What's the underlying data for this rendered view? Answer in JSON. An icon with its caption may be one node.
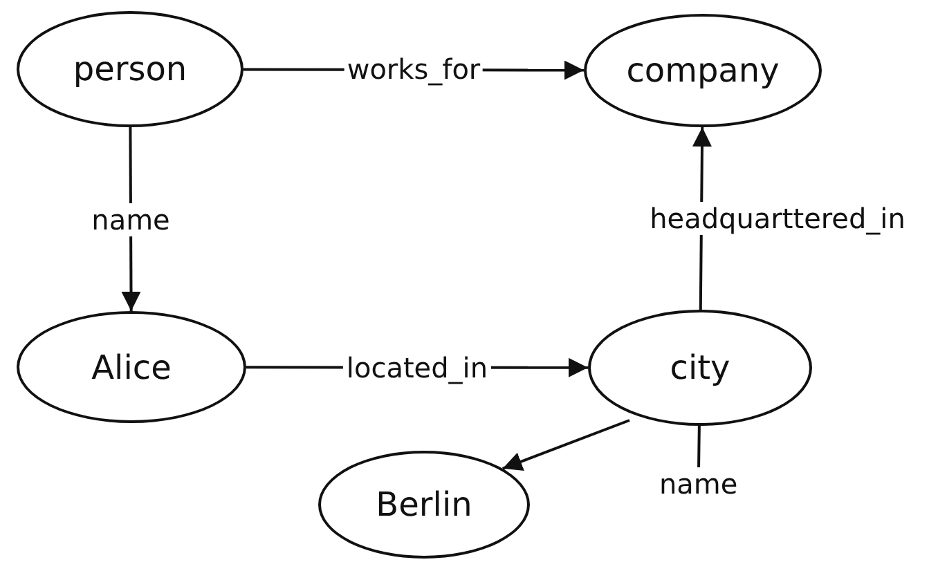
{
  "diagram": {
    "nodes": [
      {
        "text": [
          "person"
        ]
      },
      {
        "text": [
          "company"
        ]
      },
      {
        "text": [
          "Alice"
        ]
      },
      {
        "text": [
          "city"
        ]
      },
      {
        "text": [
          "Berlin"
        ]
      }
    ],
    "edges": [
      {
        "from": 0,
        "to": 1,
        "arrow": "to",
        "label": "works_for"
      },
      {
        "from": 0,
        "to": 2,
        "arrow": "to",
        "label": "name"
      },
      {
        "from": 2,
        "to": 3,
        "arrow": "to",
        "label": "located_in"
      },
      {
        "from": 3,
        "to": 1,
        "arrow": "to",
        "label": "headquarttered_in"
      },
      {
        "from": 3,
        "to": 4,
        "arrow": "to"
      },
      {
        "from": 3,
        "to": null,
        "arrow": "none",
        "label": "name"
      }
    ]
  }
}
